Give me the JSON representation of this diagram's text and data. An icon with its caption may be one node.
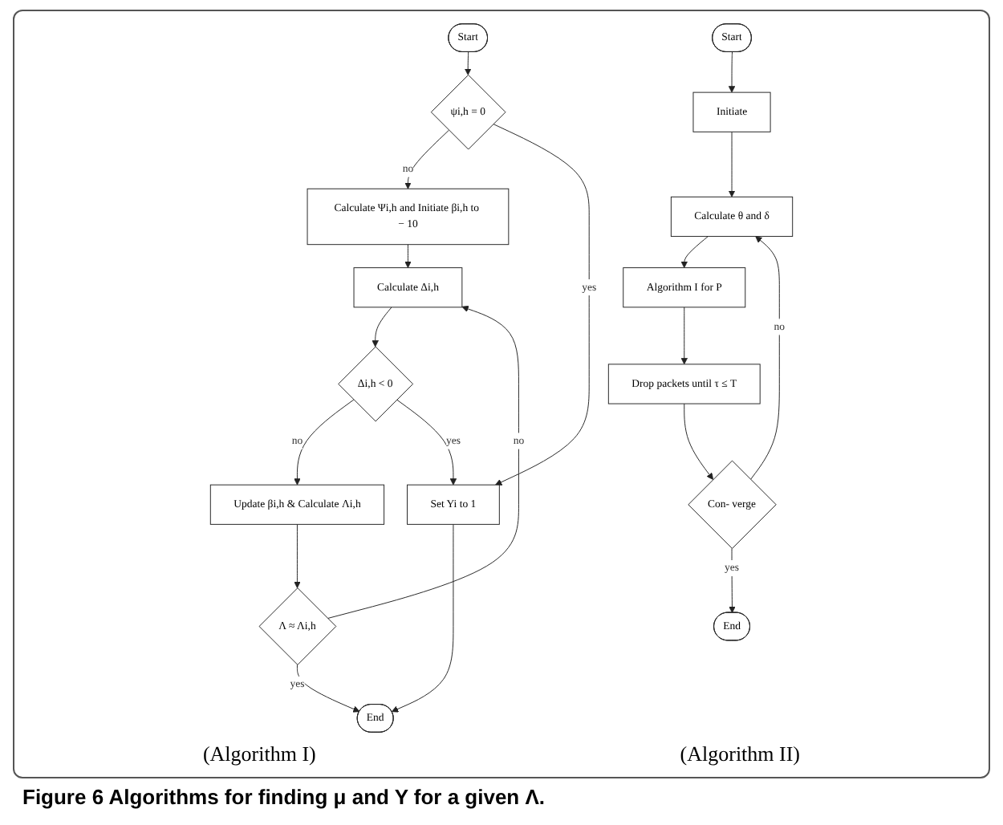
{
  "diagram": {
    "caption": "Figure 6 Algorithms for finding μ and Y for a given Λ.",
    "nodes": [
      {
        "text": [
          "Start"
        ]
      },
      {
        "text": [
          "ψi,h = 0"
        ]
      },
      {
        "text": [
          "Calculate Ψi,h and Initiate βi,h to − 10"
        ]
      },
      {
        "text": [
          "Calculate Δi,h"
        ]
      },
      {
        "text": [
          "Δi,h < 0"
        ]
      },
      {
        "text": [
          "Update βi,h & Calculate Λi,h"
        ]
      },
      {
        "text": [
          "Λ ≈ Λi,h"
        ]
      },
      {
        "text": [
          "Set Yi to 1"
        ]
      },
      {
        "text": [
          "End"
        ]
      },
      {
        "text": [
          "Start"
        ]
      },
      {
        "text": [
          "Initiate"
        ]
      },
      {
        "text": [
          "Calculate θ and δ"
        ]
      },
      {
        "text": [
          "Algorithm I for P"
        ]
      },
      {
        "text": [
          "Drop packets until τ ≤ T"
        ]
      },
      {
        "text": [
          "Con- verge"
        ]
      },
      {
        "text": [
          "End"
        ]
      }
    ],
    "edges": [
      {
        "from": 0,
        "to": 1,
        "arrow": "to"
      },
      {
        "from": 1,
        "to": 2,
        "arrow": "to",
        "label": "no"
      },
      {
        "from": 1,
        "to": 7,
        "arrow": "to",
        "label": "yes"
      },
      {
        "from": 2,
        "to": 3,
        "arrow": "to"
      },
      {
        "from": 3,
        "to": 4,
        "arrow": "to"
      },
      {
        "from": 4,
        "to": 5,
        "arrow": "to",
        "label": "no"
      },
      {
        "from": 4,
        "to": 7,
        "arrow": "to",
        "label": "yes"
      },
      {
        "from": 5,
        "to": 6,
        "arrow": "to"
      },
      {
        "from": 6,
        "to": 3,
        "arrow": "to",
        "label": "no"
      },
      {
        "from": 6,
        "to": 8,
        "arrow": "to",
        "label": "yes"
      },
      {
        "from": 7,
        "to": 8,
        "arrow": "to"
      },
      {
        "from": 9,
        "to": 10,
        "arrow": "to"
      },
      {
        "from": 10,
        "to": 11,
        "arrow": "to"
      },
      {
        "from": 11,
        "to": 12,
        "arrow": "to"
      },
      {
        "from": 12,
        "to": 13,
        "arrow": "to"
      },
      {
        "from": 13,
        "to": 14,
        "arrow": "to"
      },
      {
        "from": 14,
        "to": 11,
        "arrow": "to",
        "label": "no"
      },
      {
        "from": 14,
        "to": 15,
        "arrow": "to",
        "label": "yes"
      }
    ],
    "labels": [
      "(Algorithm I)",
      "(Algorithm II)"
    ]
  }
}
